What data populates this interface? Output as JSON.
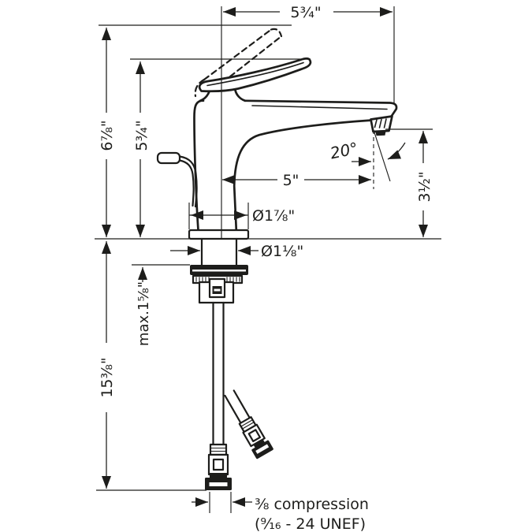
{
  "figure": {
    "type": "technical-dimension-drawing",
    "subject": "Single-hole lavatory faucet with lever handle, side elevation with supply hoses",
    "line_color": "#1d1d1b",
    "background_color": "#ffffff"
  },
  "labels": {
    "width_top": "5¾\"",
    "height_overall": "6⅞\"",
    "height_handle": "5¾\"",
    "spout_reach": "5\"",
    "spout_angle": "20°",
    "aerator_height": "3½\"",
    "base_diameter": "Ø1⅞\"",
    "shank_diameter": "Ø1⅛\"",
    "max_deck_thickness": "max.1⅝\"",
    "hose_drop": "15⅜\"",
    "connection_line1": "⅜ compression",
    "connection_line2": "(⁹⁄₁₆ - 24 UNEF)"
  }
}
